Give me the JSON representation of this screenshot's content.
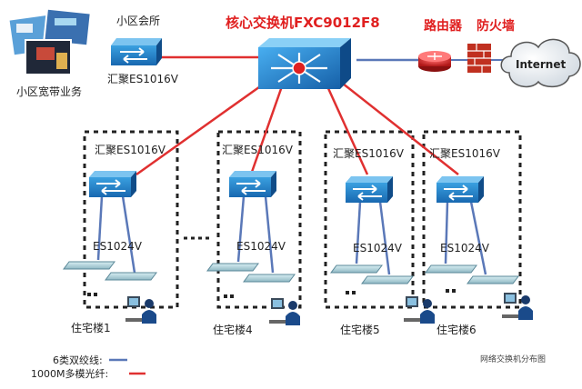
{
  "title": "核心交换机FXC9012F8",
  "community": {
    "club_label": "小区会所",
    "broadband_label": "小区宽带业务",
    "club_switch": "汇聚ES1016V"
  },
  "router_label": "路由器",
  "firewall_label": "防火墙",
  "internet_label": "Internet",
  "groups": [
    {
      "agg": "汇聚ES1016V",
      "access": "ES1024V",
      "building": "住宅楼1"
    },
    {
      "agg": "汇聚ES1016V",
      "access": "ES1024V",
      "building": "住宅楼4"
    },
    {
      "agg": "汇聚ES1016V",
      "access": "ES1024V",
      "building": "住宅楼5"
    },
    {
      "agg": "汇聚ES1016V",
      "access": "ES1024V",
      "building": "住宅楼6"
    }
  ],
  "legend": {
    "twisted_pair": "6类双绞线:",
    "fiber": "1000M多模光纤:",
    "twisted_pair_color": "#5a78b8",
    "fiber_color": "#e03030"
  },
  "caption": "网络交换机分布图"
}
